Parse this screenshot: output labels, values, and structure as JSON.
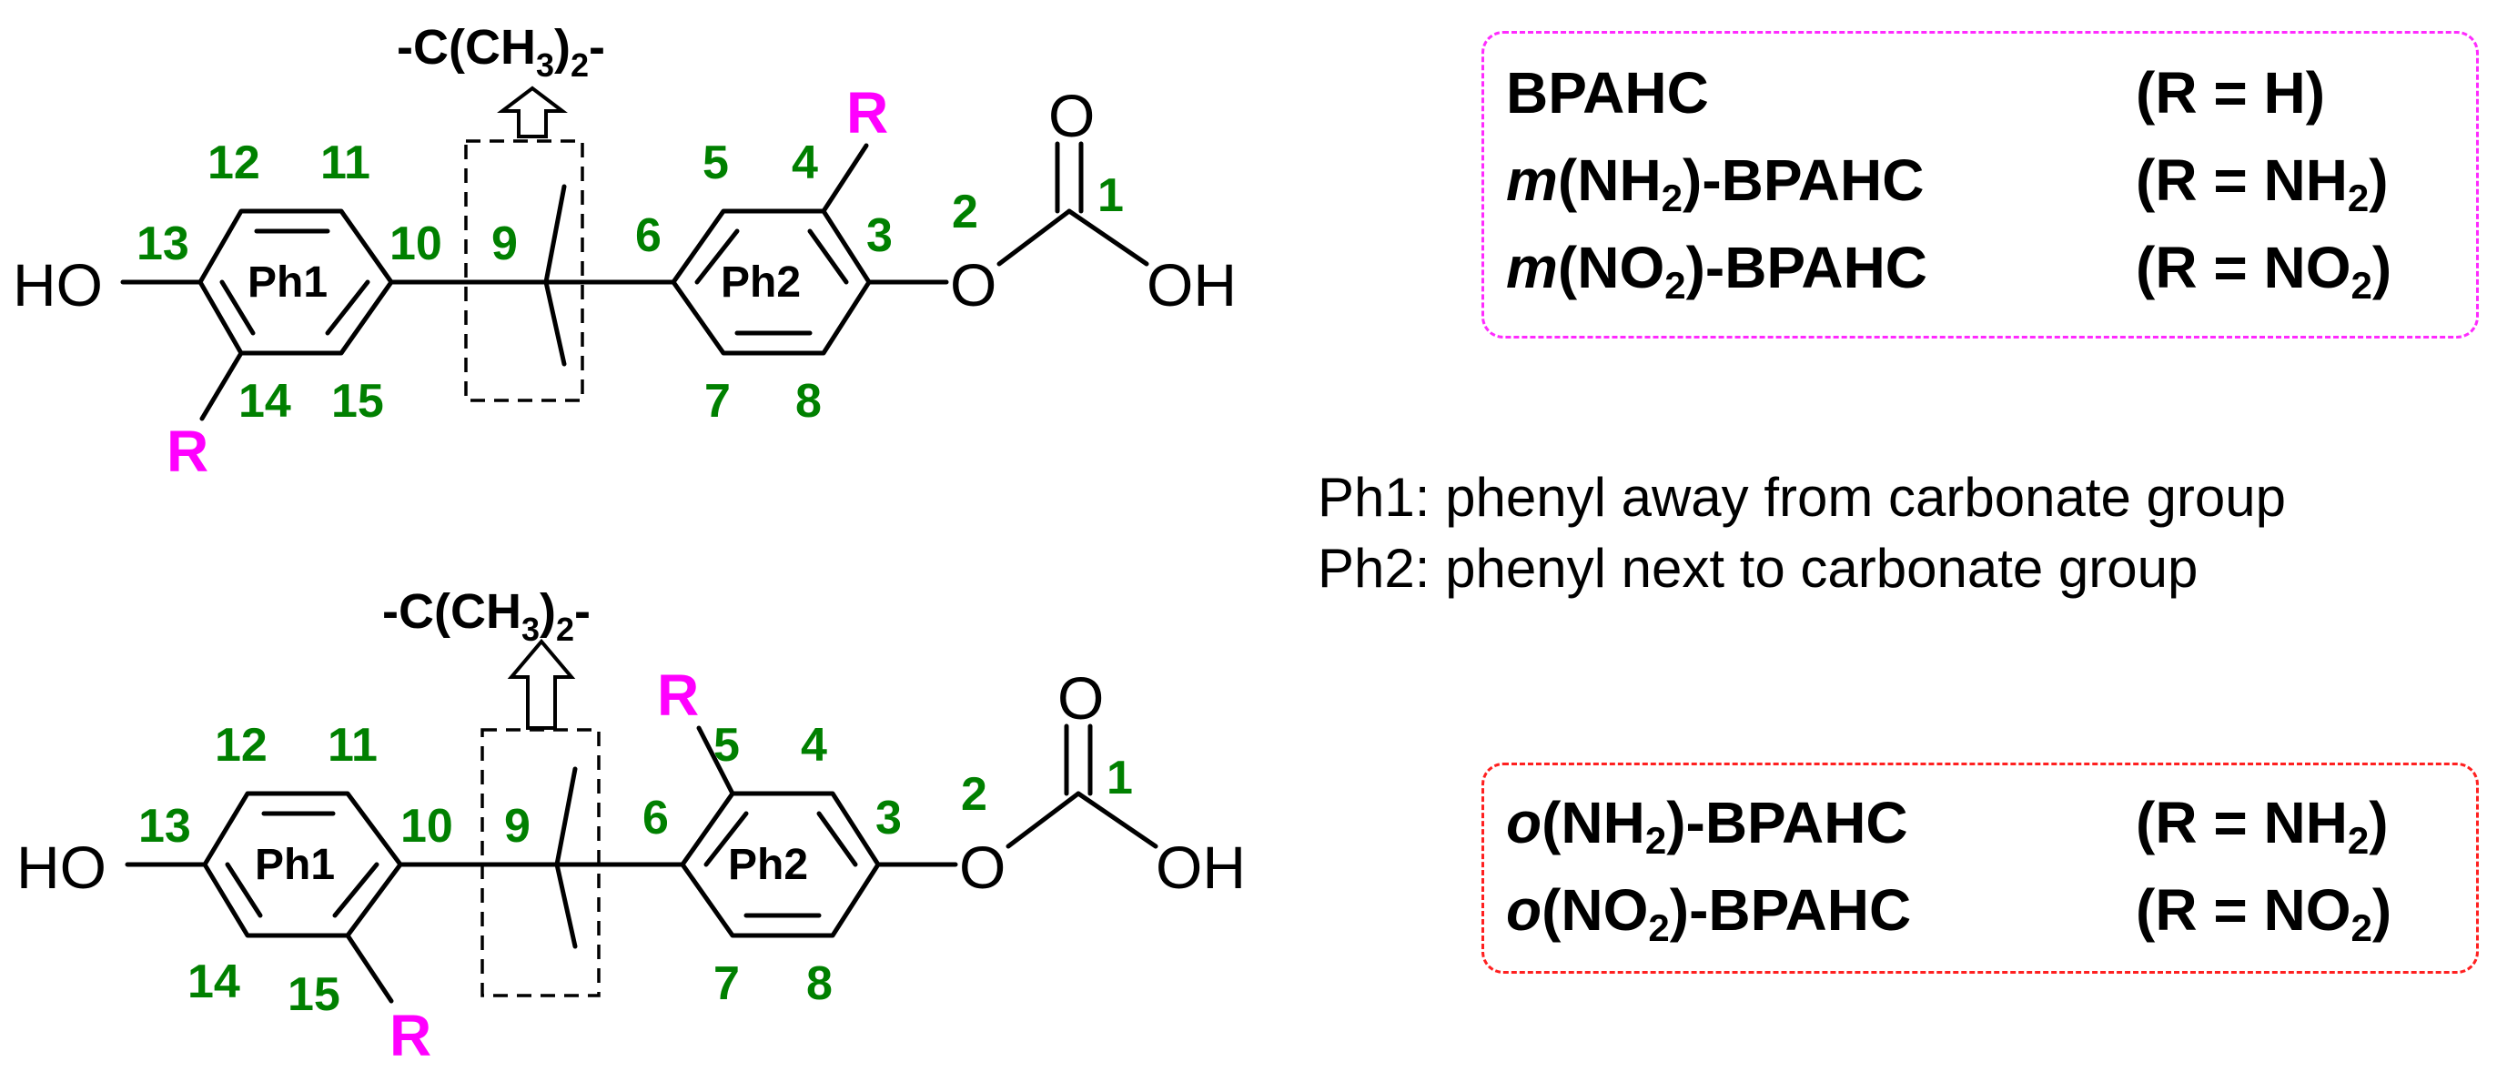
{
  "header_label": {
    "prefix": "-C(CH",
    "sub3": "3",
    "close": ")",
    "sub2": "2",
    "suffix": "-"
  },
  "atoms": {
    "ho": "HO",
    "o_ether": "O",
    "o_carbonyl": "O",
    "oh": "OH"
  },
  "rings": {
    "ring1": "Ph1",
    "ring2": "Ph2"
  },
  "substituent": "R",
  "meta_numbers": [
    "1",
    "2",
    "3",
    "4",
    "5",
    "6",
    "7",
    "8",
    "9",
    "10",
    "11",
    "12",
    "13",
    "14",
    "15"
  ],
  "ortho_numbers": [
    "1",
    "2",
    "3",
    "4",
    "5",
    "6",
    "7",
    "8",
    "9",
    "10",
    "11",
    "12",
    "13",
    "14",
    "15"
  ],
  "meta_box": [
    {
      "italic": "",
      "name": "BPAHC",
      "name_sub": "",
      "name_tail": "",
      "r_head": "(R = H)",
      "r_sub": "",
      "r_tail": ""
    },
    {
      "italic": "m",
      "name": "(NH",
      "name_sub": "2",
      "name_tail": ")-BPAHC",
      "r_head": "(R = NH",
      "r_sub": "2",
      "r_tail": ")"
    },
    {
      "italic": "m",
      "name": "(NO",
      "name_sub": "2",
      "name_tail": ")-BPAHC",
      "r_head": "(R = NO",
      "r_sub": "2",
      "r_tail": ")"
    }
  ],
  "ortho_box": [
    {
      "italic": "o",
      "name": "(NH",
      "name_sub": "2",
      "name_tail": ")-BPAHC",
      "r_head": "(R = NH",
      "r_sub": "2",
      "r_tail": ")"
    },
    {
      "italic": "o",
      "name": "(NO",
      "name_sub": "2",
      "name_tail": ")-BPAHC",
      "r_head": "(R = NO",
      "r_sub": "2",
      "r_tail": ")"
    }
  ],
  "notes": [
    "Ph1: phenyl away from carbonate group",
    "Ph2: phenyl next to carbonate group"
  ],
  "colors": {
    "numbering": "#008000",
    "substituent": "#ff00ff",
    "meta_box_border": "#ff2bff",
    "ortho_box_border": "#ff2020"
  }
}
